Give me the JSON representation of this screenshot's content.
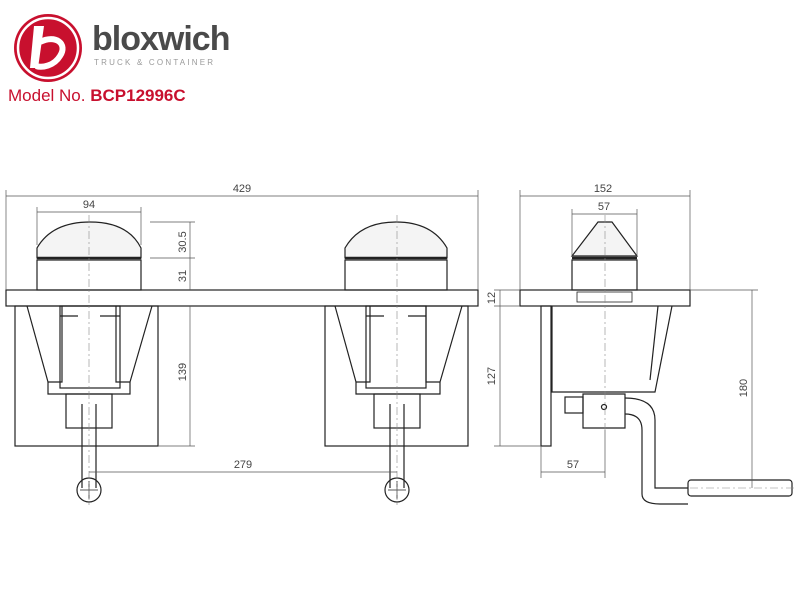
{
  "brand": {
    "name": "bloxwich",
    "subtitle": "TRUCK & CONTAINER",
    "logo_icon": "red-circle-b-logo",
    "accent_color": "#c8102e",
    "text_color": "#4a4a4a"
  },
  "model": {
    "label": "Model No.",
    "value": "BCP12996C"
  },
  "dimensions": {
    "overall_width": "429",
    "head_width": "94",
    "head_height": "30.5",
    "collar_height": "31",
    "body_depth": "139",
    "handle_spacing": "279",
    "side_width": "152",
    "side_head_width": "57",
    "plate_thickness": "12",
    "side_body_depth": "127",
    "handle_drop": "180",
    "handle_offset": "57"
  }
}
